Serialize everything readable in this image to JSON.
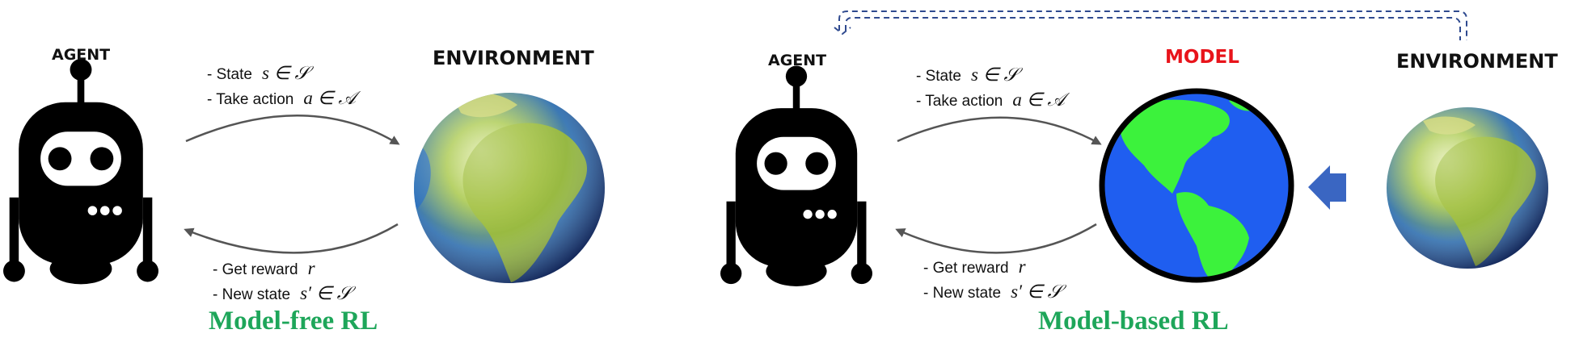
{
  "model_free": {
    "agent_label": "AGENT",
    "env_label": "ENVIRONMENT",
    "top_lines": [
      {
        "text": "- State",
        "math": "s ∈ 𝒮"
      },
      {
        "text": "- Take action",
        "math": "a ∈ 𝒜"
      }
    ],
    "bottom_lines": [
      {
        "text": "- Get reward",
        "math": "r"
      },
      {
        "text": "- New state",
        "math": "s′ ∈ 𝒮"
      }
    ],
    "caption": "Model-free RL"
  },
  "model_based": {
    "agent_label": "AGENT",
    "model_label": "MODEL",
    "env_label": "ENVIRONMENT",
    "top_lines": [
      {
        "text": "- State",
        "math": "s ∈ 𝒮"
      },
      {
        "text": "- Take action",
        "math": "a ∈ 𝒜"
      }
    ],
    "bottom_lines": [
      {
        "text": "- Get reward",
        "math": "r"
      },
      {
        "text": "- New state",
        "math": "s′ ∈ 𝒮"
      }
    ],
    "caption": "Model-based RL"
  },
  "colors": {
    "model_label": "#e8141b",
    "caption": "#1ea65a",
    "ocean_model": "#1f5ef0",
    "land_model": "#3cf23c",
    "block_arrow": "#3a66c2",
    "dashed_link": "#2f4a8f",
    "curve_arrow": "#555555"
  }
}
